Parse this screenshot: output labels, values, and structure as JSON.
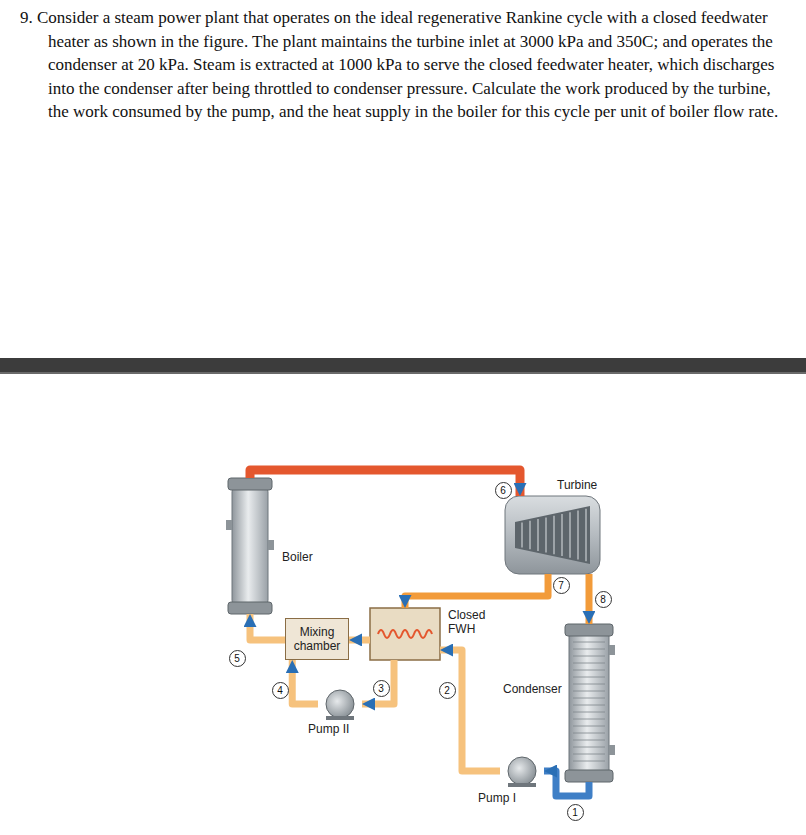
{
  "diagram": {
    "nodes": [
      {
        "text": [
          "Turbine"
        ]
      },
      {
        "text": [
          "Boiler"
        ]
      },
      {
        "text": [
          "Closed FWH"
        ]
      },
      {
        "text": [
          "Mixing chamber"
        ]
      },
      {
        "text": [
          "Condenser"
        ]
      },
      {
        "text": [
          "Pump II"
        ]
      },
      {
        "text": [
          "Pump I"
        ]
      }
    ],
    "edges": [
      {
        "from": 1,
        "to": 0,
        "arrow": "to"
      },
      {
        "from": 0,
        "to": 2,
        "arrow": "to"
      },
      {
        "from": 0,
        "to": 4,
        "arrow": "to"
      },
      {
        "from": 4,
        "to": 6,
        "arrow": "to"
      },
      {
        "from": 6,
        "to": 2,
        "arrow": "to"
      },
      {
        "from": 2,
        "to": 5,
        "arrow": "to"
      },
      {
        "from": 2,
        "to": 3,
        "arrow": "to"
      },
      {
        "from": 5,
        "to": 3,
        "arrow": "to"
      },
      {
        "from": 3,
        "to": 1,
        "arrow": "to"
      }
    ],
    "labels": [
      "9. Consider a steam power plant that operates on the ideal regenerative Rankine cycle with a closed feedwater heater as shown in the figure. The plant maintains the turbine inlet at 3000 kPa and 350C; and operates the condenser at 20 kPa. Steam is extracted at 1000 kPa to serve the closed feedwater heater, which discharges into the condenser after being throttled to condenser pressure. Calculate the work produced by the turbine, the work consumed by the pump, and the heat supply in the boiler for this cycle per unit of boiler flow rate.",
      "6",
      "7",
      "8",
      "5",
      "4",
      "3",
      "2",
      "1"
    ]
  }
}
